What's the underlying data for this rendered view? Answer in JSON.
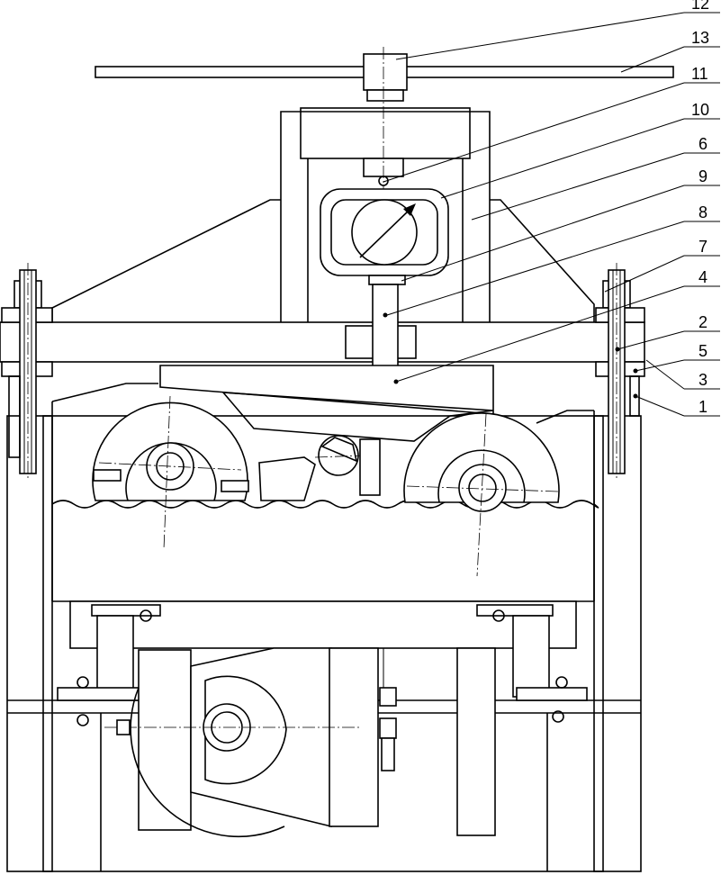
{
  "labels": [
    "12",
    "13",
    "11",
    "10",
    "6",
    "9",
    "8",
    "7",
    "4",
    "2",
    "5",
    "3",
    "1"
  ]
}
